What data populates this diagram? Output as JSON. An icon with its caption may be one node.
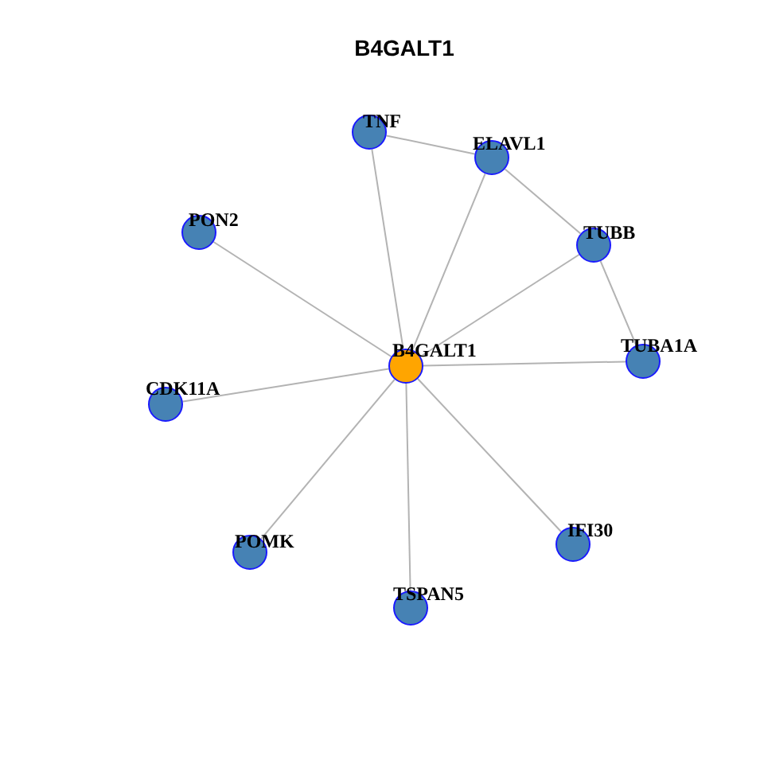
{
  "diagram": {
    "title": "B4GALT1",
    "nodes": [
      {
        "text": [
          "TNF"
        ]
      },
      {
        "text": [
          "ELAVL1"
        ]
      },
      {
        "text": [
          "PON2"
        ]
      },
      {
        "text": [
          "TUBB"
        ]
      },
      {
        "text": [
          "TUBA1A"
        ]
      },
      {
        "text": [
          "B4GALT1"
        ]
      },
      {
        "text": [
          "CDK11A"
        ]
      },
      {
        "text": [
          "IFI30"
        ]
      },
      {
        "text": [
          "POMK"
        ]
      },
      {
        "text": [
          "TSPAN5"
        ]
      }
    ],
    "edges": [
      {
        "from": 5,
        "to": 0,
        "arrow": "none"
      },
      {
        "from": 5,
        "to": 1,
        "arrow": "none"
      },
      {
        "from": 5,
        "to": 2,
        "arrow": "none"
      },
      {
        "from": 5,
        "to": 3,
        "arrow": "none"
      },
      {
        "from": 5,
        "to": 4,
        "arrow": "none"
      },
      {
        "from": 5,
        "to": 6,
        "arrow": "none"
      },
      {
        "from": 5,
        "to": 7,
        "arrow": "none"
      },
      {
        "from": 5,
        "to": 8,
        "arrow": "none"
      },
      {
        "from": 5,
        "to": 9,
        "arrow": "none"
      },
      {
        "from": 0,
        "to": 1,
        "arrow": "none"
      },
      {
        "from": 1,
        "to": 3,
        "arrow": "none"
      },
      {
        "from": 3,
        "to": 4,
        "arrow": "none"
      }
    ]
  }
}
